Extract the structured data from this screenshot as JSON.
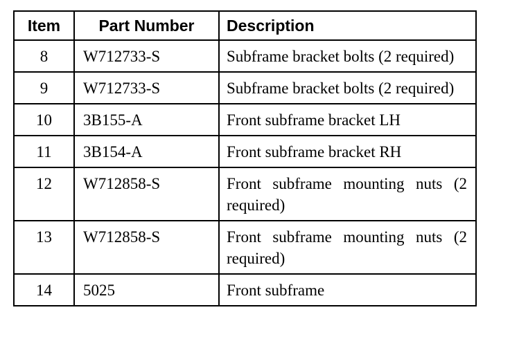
{
  "table": {
    "headers": {
      "item": "Item",
      "part_number": "Part Number",
      "description": "Description"
    },
    "rows": [
      {
        "item": "8",
        "part_number": "W712733-S",
        "description": "Subframe bracket bolts (2 required)"
      },
      {
        "item": "9",
        "part_number": "W712733-S",
        "description": "Subframe bracket bolts (2 required)"
      },
      {
        "item": "10",
        "part_number": "3B155-A",
        "description": "Front subframe bracket LH"
      },
      {
        "item": "11",
        "part_number": "3B154-A",
        "description": "Front subframe bracket RH"
      },
      {
        "item": "12",
        "part_number": "W712858-S",
        "description": "Front subframe mounting nuts (2 required)"
      },
      {
        "item": "13",
        "part_number": "W712858-S",
        "description": "Front subframe mounting nuts (2 required)"
      },
      {
        "item": "14",
        "part_number": "5025",
        "description": "Front subframe"
      }
    ]
  }
}
